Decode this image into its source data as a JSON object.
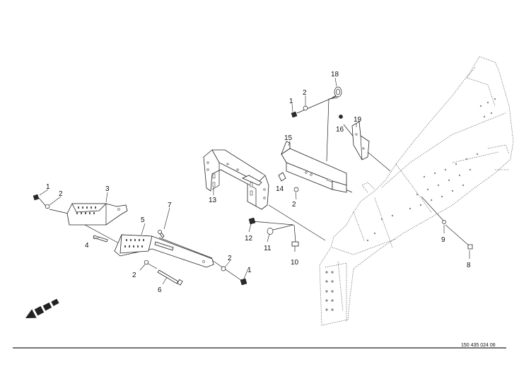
{
  "drawing": {
    "document_number": "150 435 024 06",
    "direction_arrow": "direction-arrow-icon",
    "callouts": [
      {
        "id": "c18a",
        "label": "18"
      },
      {
        "id": "c1a",
        "label": "1"
      },
      {
        "id": "c2a",
        "label": "2"
      },
      {
        "id": "c19",
        "label": "19"
      },
      {
        "id": "c16",
        "label": "16"
      },
      {
        "id": "c15",
        "label": "15"
      },
      {
        "id": "c14",
        "label": "14"
      },
      {
        "id": "c2b",
        "label": "2"
      },
      {
        "id": "c13",
        "label": "13"
      },
      {
        "id": "c1b",
        "label": "1"
      },
      {
        "id": "c2c",
        "label": "2"
      },
      {
        "id": "c3",
        "label": "3"
      },
      {
        "id": "c4",
        "label": "4"
      },
      {
        "id": "c5",
        "label": "5"
      },
      {
        "id": "c7",
        "label": "7"
      },
      {
        "id": "c12",
        "label": "12"
      },
      {
        "id": "c11",
        "label": "11"
      },
      {
        "id": "c10",
        "label": "10"
      },
      {
        "id": "c9",
        "label": "9"
      },
      {
        "id": "c8",
        "label": "8"
      },
      {
        "id": "c2d",
        "label": "2"
      },
      {
        "id": "c6",
        "label": "6"
      },
      {
        "id": "c2e",
        "label": "2"
      },
      {
        "id": "c1c",
        "label": "1"
      }
    ]
  }
}
